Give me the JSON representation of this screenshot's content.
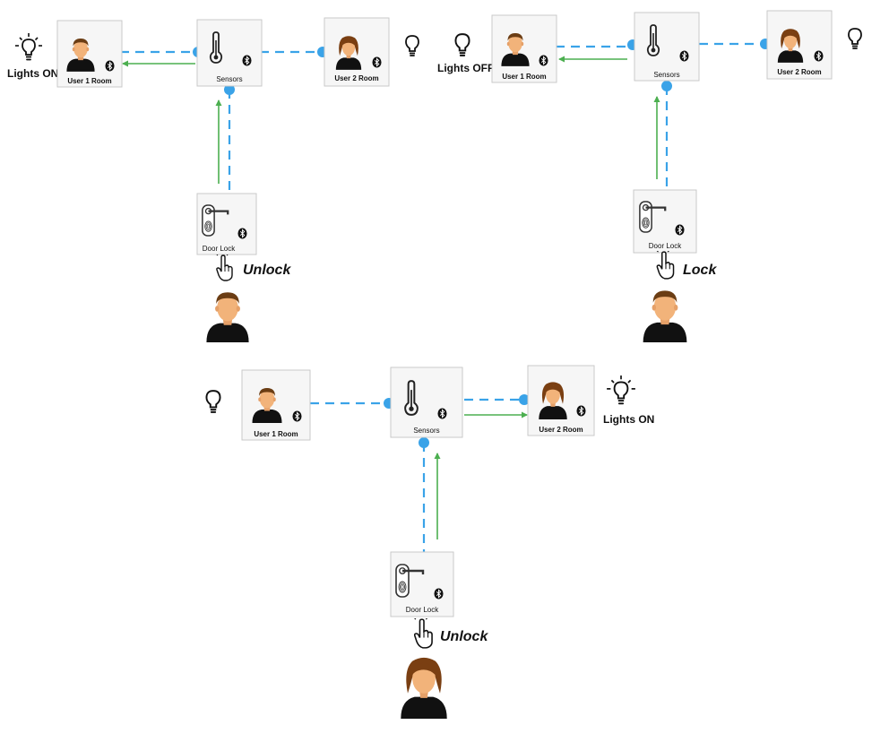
{
  "labels": {
    "user1_room": "User 1 Room",
    "user2_room": "User 2 Room",
    "sensors": "Sensors",
    "door_lock": "Door Lock"
  },
  "scenarios": [
    {
      "status": "Lights ON",
      "action": "Unlock"
    },
    {
      "status": "Lights OFF",
      "action": "Lock"
    },
    {
      "status": "Lights ON",
      "action": "Unlock"
    }
  ],
  "colors": {
    "link": "#3aa3e8",
    "signal": "#4caf50",
    "node_border": "#c9c9c9",
    "node_fill": "#f6f6f6",
    "skin": "#f2b37a",
    "male_hair": "#6b3d14",
    "female_hair": "#7a3f12",
    "clothing": "#111111"
  },
  "icons": [
    "bulb-icon",
    "bulb-lit-icon",
    "thermometer-icon",
    "bluetooth-icon",
    "door-lock-icon",
    "hand-pointer-icon",
    "male-user-icon",
    "female-user-icon"
  ]
}
